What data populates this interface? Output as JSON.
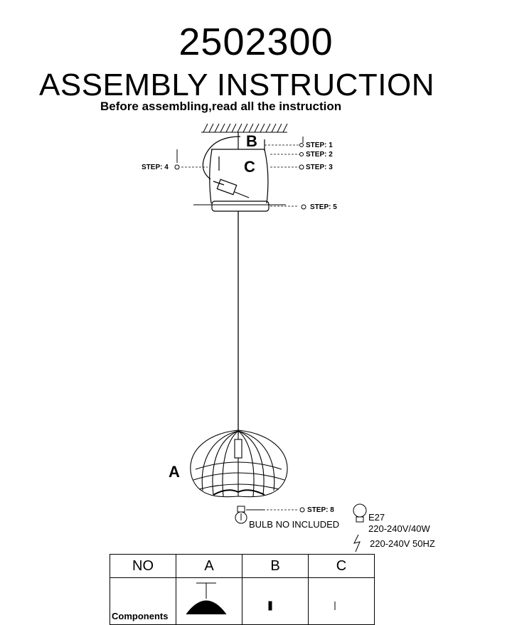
{
  "header": {
    "model_number": "2502300",
    "title": "ASSEMBLY  INSTRUCTION",
    "subtitle": "Before assembling,read all the instruction"
  },
  "steps": [
    "STEP: 1",
    "STEP: 2",
    "STEP: 3",
    "STEP: 4",
    "STEP: 5",
    "STEP: 8"
  ],
  "part_labels": {
    "a": "A",
    "b": "B",
    "c": "C"
  },
  "notes": {
    "bulb": "BULB NO INCLUDED",
    "socket": "E27",
    "power": "220-240V/40W",
    "voltage": "220-240V 50HZ"
  },
  "parts_table": {
    "headers": [
      "NO",
      "A",
      "B",
      "C"
    ],
    "row_label": "Components"
  }
}
